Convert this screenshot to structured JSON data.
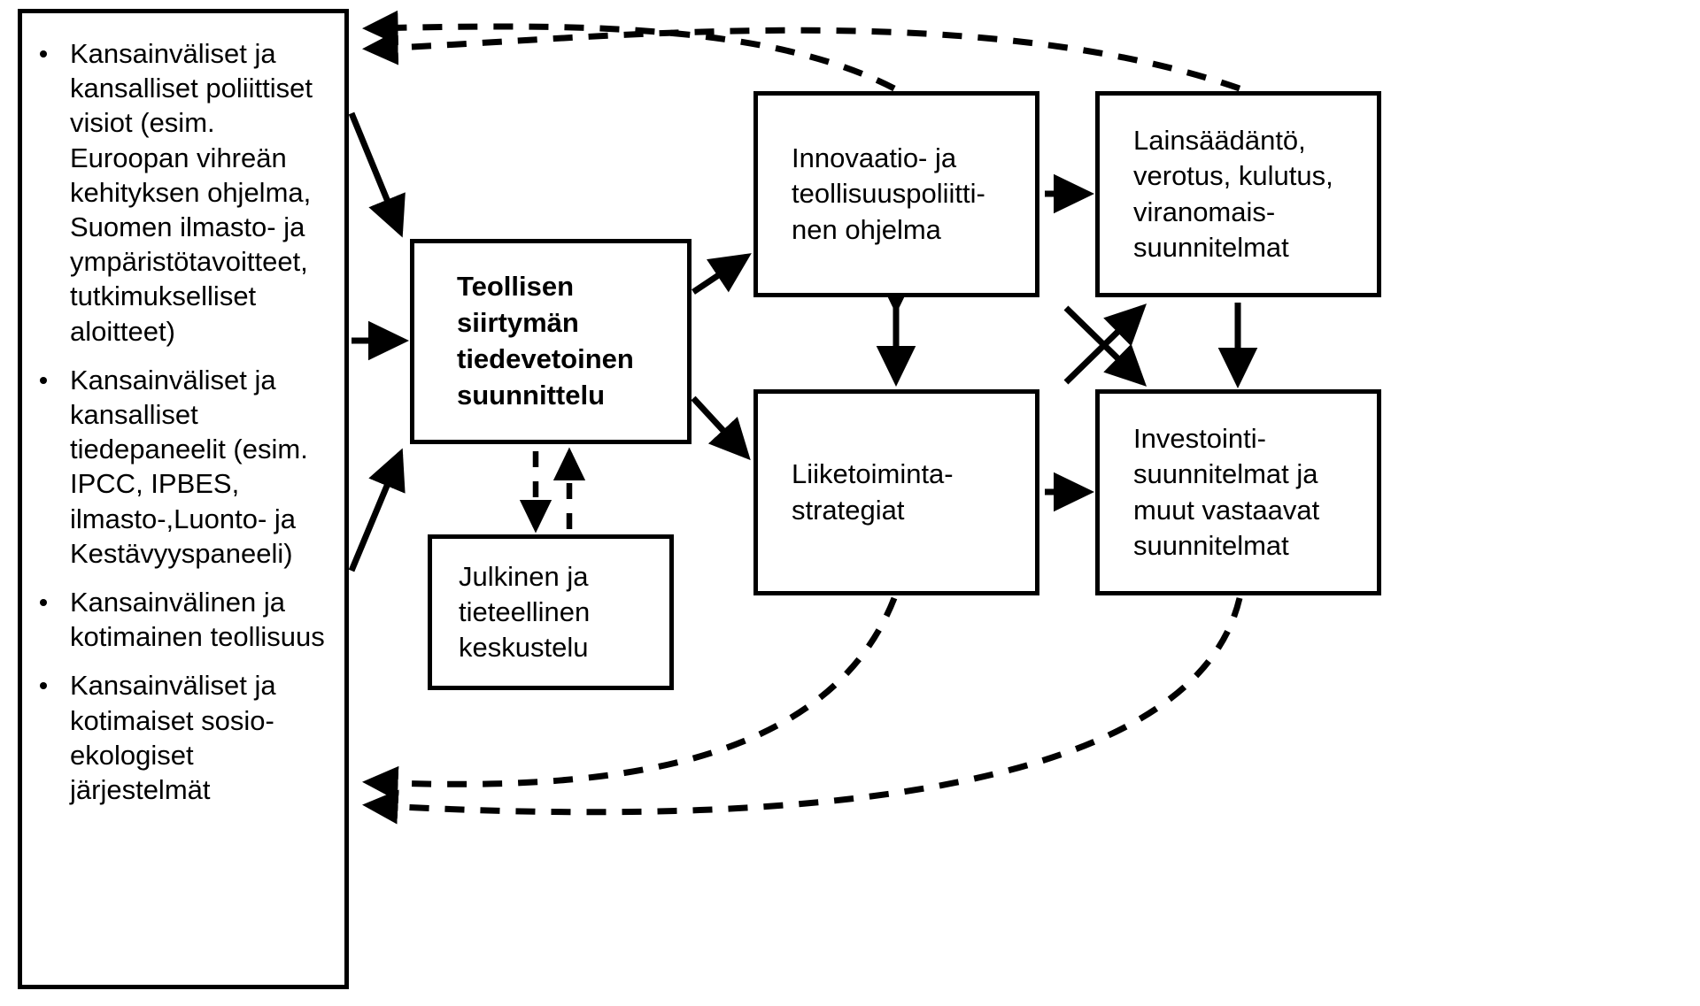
{
  "diagram": {
    "title": "Teollisen siirtymän tiedevetoinen suunnittelu",
    "colors": {
      "stroke": "#000000",
      "fill": "#ffffff",
      "text": "#000000"
    },
    "drivers": {
      "name": "drivers-box",
      "items": [
        "Kansainväliset ja kansalliset poliittiset visiot (esim. Euroopan vihreän kehityksen ohjelma, Suomen ilmasto- ja ympäristötavoitteet, tutkimukselliset aloitteet)",
        "Kansainväliset ja kansalliset tiedepaneelit (esim. IPCC, IPBES, ilmasto-,Luonto- ja Kestävyyspaneeli)",
        "Kansainvälinen ja kotimainen teollisuus",
        "Kansainväliset ja kotimaiset sosio-ekologiset järjestelmät"
      ]
    },
    "nodes": [
      {
        "id": "core",
        "label": "Teollisen\nsiirtymän\ntiedevetoinen\nsuunnittelu",
        "bold": true
      },
      {
        "id": "public",
        "label": "Julkinen ja\ntieteellinen\nkeskustelu",
        "bold": false
      },
      {
        "id": "innov",
        "label": "Innovaatio- ja\nteollisuuspoliitti-\nnen ohjelma",
        "bold": false
      },
      {
        "id": "legis",
        "label": "Lainsäädäntö,\nverotus, kulutus,\nviranomais-\nsuunnitelmat",
        "bold": false
      },
      {
        "id": "business",
        "label": "Liiketoiminta-\nstrategiat",
        "bold": false
      },
      {
        "id": "invest",
        "label": "Investointi-\nsuunnitelmat ja\nmuut vastaavat\nsuunnitelmat",
        "bold": false
      }
    ],
    "edges": [
      {
        "from": "drivers",
        "to": "core",
        "style": "solid",
        "direction": "forward"
      },
      {
        "from": "drivers",
        "to": "core",
        "style": "solid",
        "direction": "forward"
      },
      {
        "from": "drivers",
        "to": "core",
        "style": "solid",
        "direction": "forward"
      },
      {
        "from": "core",
        "to": "innov",
        "style": "solid",
        "direction": "forward"
      },
      {
        "from": "core",
        "to": "business",
        "style": "solid",
        "direction": "forward"
      },
      {
        "from": "core",
        "to": "public",
        "style": "dashed",
        "direction": "both"
      },
      {
        "from": "innov",
        "to": "legis",
        "style": "solid",
        "direction": "forward"
      },
      {
        "from": "innov",
        "to": "business",
        "style": "solid",
        "direction": "both"
      },
      {
        "from": "legis",
        "to": "invest",
        "style": "solid",
        "direction": "forward"
      },
      {
        "from": "business",
        "to": "invest",
        "style": "solid",
        "direction": "forward"
      },
      {
        "from": "business",
        "to": "legis",
        "style": "solid",
        "direction": "forward"
      },
      {
        "from": "invest",
        "to": "innov",
        "style": "solid",
        "direction": "forward"
      },
      {
        "from": "innov",
        "to": "drivers",
        "style": "dashed",
        "direction": "forward"
      },
      {
        "from": "legis",
        "to": "drivers",
        "style": "dashed",
        "direction": "forward"
      },
      {
        "from": "business",
        "to": "drivers",
        "style": "dashed",
        "direction": "forward"
      },
      {
        "from": "invest",
        "to": "drivers",
        "style": "dashed",
        "direction": "forward"
      }
    ]
  }
}
